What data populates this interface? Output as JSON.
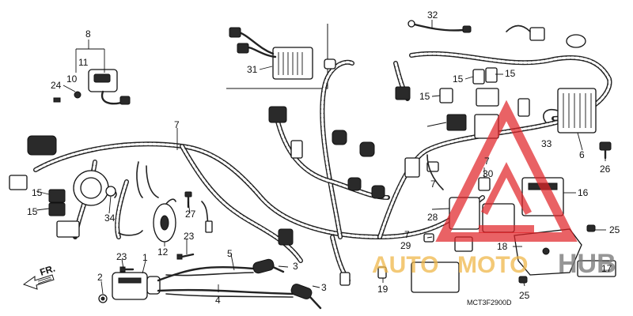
{
  "diagram": {
    "callouts": {
      "c1": "1",
      "c2": "2",
      "c3a": "3",
      "c3b": "3",
      "c4": "4",
      "c5": "5",
      "c6": "6",
      "c7a": "7",
      "c7b": "7",
      "c7c": "7",
      "c7d": "7",
      "c8": "8",
      "c10": "10",
      "c11": "11",
      "c12": "12",
      "c15a": "15",
      "c15b": "15",
      "c15c": "15",
      "c15d": "15",
      "c15e": "15",
      "c16": "16",
      "c17": "17",
      "c18": "18",
      "c19": "19",
      "c23a": "23",
      "c23b": "23",
      "c24": "24",
      "c25a": "25",
      "c25b": "25",
      "c26": "26",
      "c27": "27",
      "c28": "28",
      "c29": "29",
      "c30": "30",
      "c31": "31",
      "c32": "32",
      "c33": "33",
      "c34": "34"
    },
    "front_arrow_label": "FR.",
    "drawing_code": "MCT3F2900D"
  },
  "watermark": {
    "text_a": "AUTO",
    "text_b": "MOTO",
    "text_c": "HUB",
    "color_red": "#e0262a",
    "color_gold": "#f0b84a",
    "color_gray": "#7d7d7d"
  }
}
